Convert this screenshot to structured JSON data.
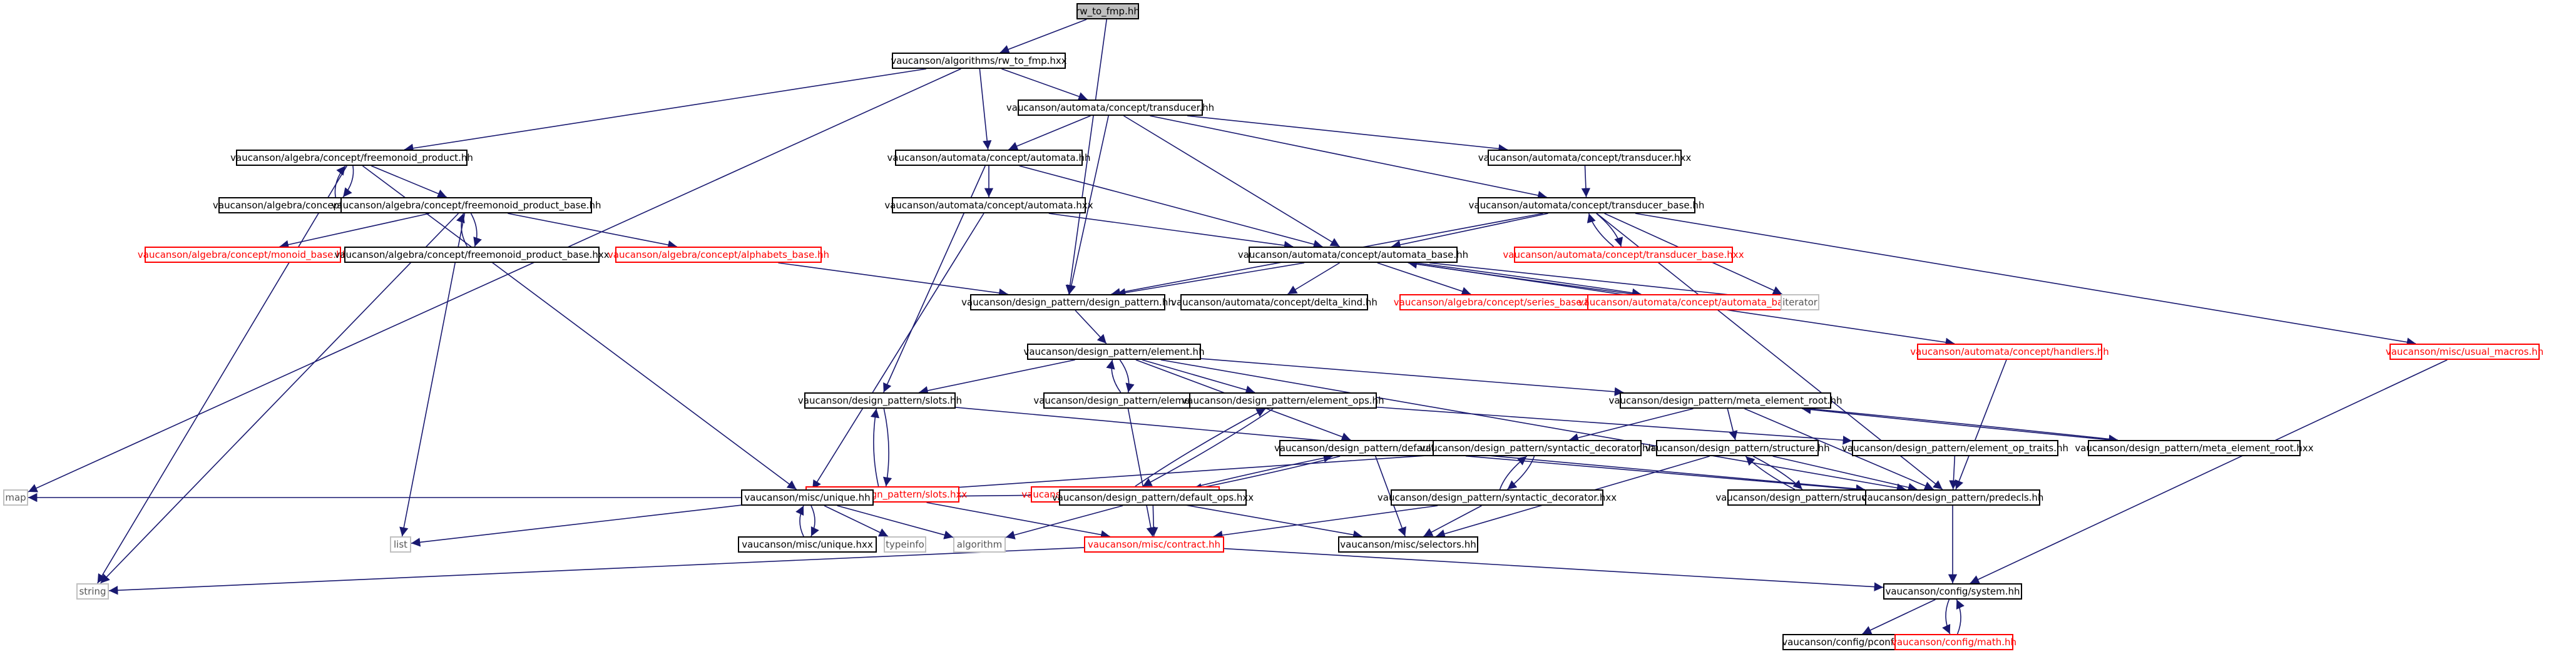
{
  "nodes": [
    {
      "id": "rw_to_fmp_hh",
      "label": "rw_to_fmp.hh",
      "style": "root"
    },
    {
      "id": "rw_to_fmp_hxx",
      "label": "vaucanson/algorithms/rw_to_fmp.hxx",
      "style": "normal"
    },
    {
      "id": "map",
      "label": "map",
      "style": "system"
    },
    {
      "id": "freemonoid_product_hh",
      "label": "vaucanson/algebra/concept/freemonoid_product.hh",
      "style": "normal"
    },
    {
      "id": "transducer_hh",
      "label": "vaucanson/automata/concept/transducer.hh",
      "style": "normal"
    },
    {
      "id": "automata_hh",
      "label": "vaucanson/automata/concept/automata.hh",
      "style": "normal"
    },
    {
      "id": "transducer_hxx",
      "label": "vaucanson/automata/concept/transducer.hxx",
      "style": "normal"
    },
    {
      "id": "freemonoid_product_hxx",
      "label": "vaucanson/algebra/concept/freemonoid_product.hxx",
      "style": "normal"
    },
    {
      "id": "freemonoid_product_base_hh",
      "label": "vaucanson/algebra/concept/freemonoid_product_base.hh",
      "style": "normal"
    },
    {
      "id": "automata_hxx",
      "label": "vaucanson/automata/concept/automata.hxx",
      "style": "normal"
    },
    {
      "id": "transducer_base_hh",
      "label": "vaucanson/automata/concept/transducer_base.hh",
      "style": "normal"
    },
    {
      "id": "monoid_base_hh",
      "label": "vaucanson/algebra/concept/monoid_base.hh",
      "style": "missing"
    },
    {
      "id": "freemonoid_product_base_hxx",
      "label": "vaucanson/algebra/concept/freemonoid_product_base.hxx",
      "style": "normal"
    },
    {
      "id": "alphabets_base_hh",
      "label": "vaucanson/algebra/concept/alphabets_base.hh",
      "style": "missing"
    },
    {
      "id": "automata_base_hh",
      "label": "vaucanson/automata/concept/automata_base.hh",
      "style": "normal"
    },
    {
      "id": "transducer_base_hxx",
      "label": "vaucanson/automata/concept/transducer_base.hxx",
      "style": "missing"
    },
    {
      "id": "usual_macros_hh",
      "label": "vaucanson/misc/usual_macros.hh",
      "style": "missing"
    },
    {
      "id": "design_pattern_hh",
      "label": "vaucanson/design_pattern/design_pattern.hh",
      "style": "normal"
    },
    {
      "id": "delta_kind_hh",
      "label": "vaucanson/automata/concept/delta_kind.hh",
      "style": "normal"
    },
    {
      "id": "series_base_hh",
      "label": "vaucanson/algebra/concept/series_base.hh",
      "style": "missing"
    },
    {
      "id": "automata_base_hxx",
      "label": "vaucanson/automata/concept/automata_base.hxx",
      "style": "missing"
    },
    {
      "id": "iterator",
      "label": "iterator",
      "style": "system"
    },
    {
      "id": "handlers_hh",
      "label": "vaucanson/automata/concept/handlers.hh",
      "style": "missing"
    },
    {
      "id": "element_hh",
      "label": "vaucanson/design_pattern/element.hh",
      "style": "normal"
    },
    {
      "id": "slots_hh",
      "label": "vaucanson/design_pattern/slots.hh",
      "style": "normal"
    },
    {
      "id": "element_hxx",
      "label": "vaucanson/design_pattern/element.hxx",
      "style": "normal"
    },
    {
      "id": "element_ops_hh",
      "label": "vaucanson/design_pattern/element_ops.hh",
      "style": "normal"
    },
    {
      "id": "meta_element_root_hh",
      "label": "vaucanson/design_pattern/meta_element_root.hh",
      "style": "normal"
    },
    {
      "id": "slots_hxx",
      "label": "vaucanson/design_pattern/slots.hxx",
      "style": "missing"
    },
    {
      "id": "element_ops_hxx",
      "label": "vaucanson/design_pattern/element_ops.hxx",
      "style": "missing"
    },
    {
      "id": "default_ops_hh",
      "label": "vaucanson/design_pattern/default_ops.hh",
      "style": "normal"
    },
    {
      "id": "syntactic_decorator_hh",
      "label": "vaucanson/design_pattern/syntactic_decorator.hh",
      "style": "normal"
    },
    {
      "id": "structure_hh",
      "label": "vaucanson/design_pattern/structure.hh",
      "style": "normal"
    },
    {
      "id": "element_op_traits_hh",
      "label": "vaucanson/design_pattern/element_op_traits.hh",
      "style": "normal"
    },
    {
      "id": "meta_element_root_hxx",
      "label": "vaucanson/design_pattern/meta_element_root.hxx",
      "style": "normal"
    },
    {
      "id": "unique_hh",
      "label": "vaucanson/misc/unique.hh",
      "style": "normal"
    },
    {
      "id": "default_ops_hxx",
      "label": "vaucanson/design_pattern/default_ops.hxx",
      "style": "normal"
    },
    {
      "id": "syntactic_decorator_hxx",
      "label": "vaucanson/design_pattern/syntactic_decorator.hxx",
      "style": "normal"
    },
    {
      "id": "structure_hxx",
      "label": "vaucanson/design_pattern/structure.hxx",
      "style": "normal"
    },
    {
      "id": "predecls_hh",
      "label": "vaucanson/design_pattern/predecls.hh",
      "style": "normal"
    },
    {
      "id": "list",
      "label": "list",
      "style": "system"
    },
    {
      "id": "unique_hxx",
      "label": "vaucanson/misc/unique.hxx",
      "style": "normal"
    },
    {
      "id": "typeinfo",
      "label": "typeinfo",
      "style": "system"
    },
    {
      "id": "algorithm",
      "label": "algorithm",
      "style": "system"
    },
    {
      "id": "contract_hh",
      "label": "vaucanson/misc/contract.hh",
      "style": "missing"
    },
    {
      "id": "selectors_hh",
      "label": "vaucanson/misc/selectors.hh",
      "style": "normal"
    },
    {
      "id": "string",
      "label": "string",
      "style": "system"
    },
    {
      "id": "system_hh",
      "label": "vaucanson/config/system.hh",
      "style": "normal"
    },
    {
      "id": "pconf_hh",
      "label": "vaucanson/config/pconf.hh",
      "style": "normal"
    },
    {
      "id": "math_hh",
      "label": "vaucanson/config/math.hh",
      "style": "missing"
    }
  ],
  "edges": [
    [
      "rw_to_fmp_hh",
      "rw_to_fmp_hxx"
    ],
    [
      "rw_to_fmp_hh",
      "design_pattern_hh"
    ],
    [
      "rw_to_fmp_hxx",
      "map"
    ],
    [
      "rw_to_fmp_hxx",
      "freemonoid_product_hh"
    ],
    [
      "rw_to_fmp_hxx",
      "transducer_hh"
    ],
    [
      "rw_to_fmp_hxx",
      "automata_hh"
    ],
    [
      "freemonoid_product_hh",
      "freemonoid_product_hxx"
    ],
    [
      "freemonoid_product_hh",
      "freemonoid_product_base_hh"
    ],
    [
      "freemonoid_product_hh",
      "unique_hh"
    ],
    [
      "freemonoid_product_hh",
      "string"
    ],
    [
      "freemonoid_product_hxx",
      "freemonoid_product_hh"
    ],
    [
      "freemonoid_product_base_hh",
      "monoid_base_hh"
    ],
    [
      "freemonoid_product_base_hh",
      "freemonoid_product_base_hxx"
    ],
    [
      "freemonoid_product_base_hh",
      "alphabets_base_hh"
    ],
    [
      "freemonoid_product_base_hh",
      "string"
    ],
    [
      "freemonoid_product_base_hh",
      "list"
    ],
    [
      "freemonoid_product_base_hxx",
      "freemonoid_product_base_hh"
    ],
    [
      "transducer_hh",
      "automata_hh"
    ],
    [
      "transducer_hh",
      "transducer_hxx"
    ],
    [
      "transducer_hh",
      "transducer_base_hh"
    ],
    [
      "transducer_hh",
      "automata_base_hh"
    ],
    [
      "transducer_hh",
      "design_pattern_hh"
    ],
    [
      "transducer_hxx",
      "transducer_base_hh"
    ],
    [
      "automata_hh",
      "automata_hxx"
    ],
    [
      "automata_hh",
      "automata_base_hh"
    ],
    [
      "automata_hh",
      "slots_hh"
    ],
    [
      "automata_hxx",
      "automata_base_hh"
    ],
    [
      "automata_hxx",
      "unique_hh"
    ],
    [
      "transducer_base_hh",
      "transducer_base_hxx"
    ],
    [
      "transducer_base_hh",
      "automata_base_hh"
    ],
    [
      "transducer_base_hh",
      "design_pattern_hh"
    ],
    [
      "transducer_base_hh",
      "iterator"
    ],
    [
      "transducer_base_hh",
      "usual_macros_hh"
    ],
    [
      "transducer_base_hh",
      "predecls_hh"
    ],
    [
      "transducer_base_hxx",
      "transducer_base_hh"
    ],
    [
      "automata_base_hh",
      "design_pattern_hh"
    ],
    [
      "automata_base_hh",
      "delta_kind_hh"
    ],
    [
      "automata_base_hh",
      "series_base_hh"
    ],
    [
      "automata_base_hh",
      "automata_base_hxx"
    ],
    [
      "automata_base_hh",
      "iterator"
    ],
    [
      "automata_base_hh",
      "handlers_hh"
    ],
    [
      "automata_base_hxx",
      "automata_base_hh"
    ],
    [
      "alphabets_base_hh",
      "design_pattern_hh"
    ],
    [
      "design_pattern_hh",
      "element_hh"
    ],
    [
      "handlers_hh",
      "predecls_hh"
    ],
    [
      "usual_macros_hh",
      "system_hh"
    ],
    [
      "element_hh",
      "slots_hh"
    ],
    [
      "element_hh",
      "element_hxx"
    ],
    [
      "element_hh",
      "element_ops_hh"
    ],
    [
      "element_hh",
      "default_ops_hh"
    ],
    [
      "element_hh",
      "meta_element_root_hh"
    ],
    [
      "element_hh",
      "predecls_hh"
    ],
    [
      "element_hxx",
      "element_hh"
    ],
    [
      "element_hxx",
      "contract_hh"
    ],
    [
      "slots_hh",
      "slots_hxx"
    ],
    [
      "slots_hh",
      "predecls_hh"
    ],
    [
      "slots_hxx",
      "slots_hh"
    ],
    [
      "slots_hxx",
      "unique_hh"
    ],
    [
      "slots_hxx",
      "contract_hh"
    ],
    [
      "element_ops_hh",
      "element_ops_hxx"
    ],
    [
      "element_ops_hh",
      "element_op_traits_hh"
    ],
    [
      "element_ops_hxx",
      "element_ops_hh"
    ],
    [
      "element_ops_hxx",
      "unique_hh"
    ],
    [
      "element_ops_hxx",
      "selectors_hh"
    ],
    [
      "default_ops_hh",
      "default_ops_hxx"
    ],
    [
      "default_ops_hh",
      "selectors_hh"
    ],
    [
      "default_ops_hh",
      "predecls_hh"
    ],
    [
      "default_ops_hxx",
      "default_ops_hh"
    ],
    [
      "default_ops_hxx",
      "contract_hh"
    ],
    [
      "default_ops_hxx",
      "algorithm"
    ],
    [
      "meta_element_root_hh",
      "syntactic_decorator_hh"
    ],
    [
      "meta_element_root_hh",
      "structure_hh"
    ],
    [
      "meta_element_root_hh",
      "meta_element_root_hxx"
    ],
    [
      "meta_element_root_hh",
      "predecls_hh"
    ],
    [
      "meta_element_root_hxx",
      "meta_element_root_hh"
    ],
    [
      "syntactic_decorator_hh",
      "syntactic_decorator_hxx"
    ],
    [
      "syntactic_decorator_hh",
      "unique_hh"
    ],
    [
      "syntactic_decorator_hxx",
      "syntactic_decorator_hh"
    ],
    [
      "syntactic_decorator_hxx",
      "selectors_hh"
    ],
    [
      "syntactic_decorator_hxx",
      "contract_hh"
    ],
    [
      "structure_hh",
      "structure_hxx"
    ],
    [
      "structure_hh",
      "predecls_hh"
    ],
    [
      "structure_hh",
      "selectors_hh"
    ],
    [
      "structure_hxx",
      "structure_hh"
    ],
    [
      "element_op_traits_hh",
      "predecls_hh"
    ],
    [
      "predecls_hh",
      "system_hh"
    ],
    [
      "unique_hh",
      "map"
    ],
    [
      "unique_hh",
      "list"
    ],
    [
      "unique_hh",
      "typeinfo"
    ],
    [
      "unique_hh",
      "algorithm"
    ],
    [
      "unique_hh",
      "unique_hxx"
    ],
    [
      "unique_hxx",
      "unique_hh"
    ],
    [
      "contract_hh",
      "string"
    ],
    [
      "contract_hh",
      "system_hh"
    ],
    [
      "system_hh",
      "pconf_hh"
    ],
    [
      "system_hh",
      "math_hh"
    ],
    [
      "math_hh",
      "system_hh"
    ]
  ]
}
